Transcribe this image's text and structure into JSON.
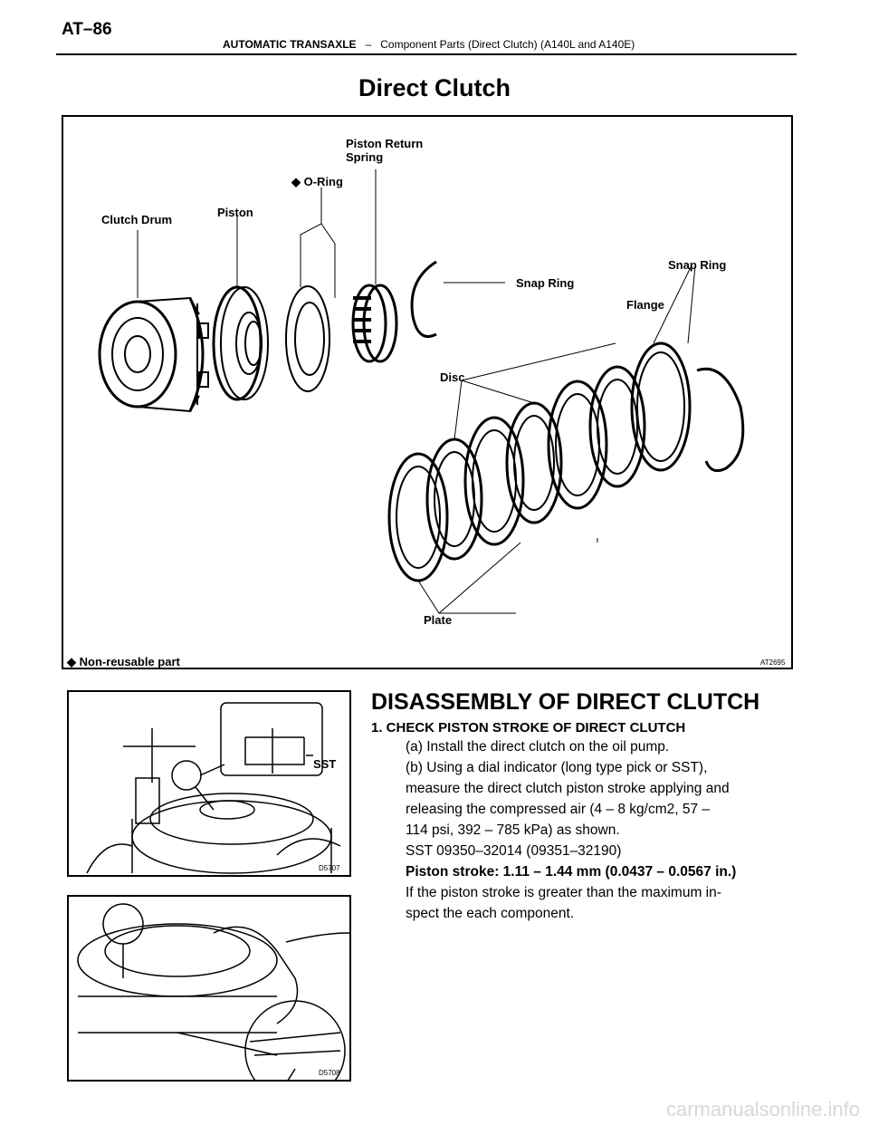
{
  "header": {
    "page_number": "AT–86",
    "section": "AUTOMATIC TRANSAXLE",
    "dash": "–",
    "subsection": "Component Parts (Direct Clutch) (A140L and A140E)"
  },
  "title": "Direct Clutch",
  "figure_main": {
    "labels": {
      "piston_return_spring": "Piston Return\nSpring",
      "o_ring": "◆ O-Ring",
      "clutch_drum": "Clutch Drum",
      "piston": "Piston",
      "snap_ring_1": "Snap Ring",
      "snap_ring_2": "Snap Ring",
      "flange": "Flange",
      "disc": "Disc",
      "plate": "Plate",
      "legend": "◆ Non-reusable part"
    },
    "code": "AT2695"
  },
  "figure_small_1": {
    "label_sst": "SST",
    "code": "D5707"
  },
  "figure_small_2": {
    "code": "D5708"
  },
  "section": {
    "heading": "DISASSEMBLY OF DIRECT CLUTCH",
    "step1_title": "1. CHECK PISTON STROKE OF DIRECT CLUTCH",
    "lines": [
      "(a) Install the direct clutch on the oil pump.",
      "(b) Using a dial indicator (long type pick or SST),",
      "measure the direct clutch piston stroke applying and",
      "releasing the compressed air (4 – 8 kg/cm2, 57 –",
      "114 psi, 392 – 785 kPa) as shown.",
      "SST 09350–32014 (09351–32190)",
      "Piston stroke: 1.11 – 1.44 mm (0.0437 – 0.0567 in.)",
      "If the piston stroke is greater than the maximum in-",
      "spect the each component."
    ]
  },
  "watermark": "carmanualsonline.info"
}
